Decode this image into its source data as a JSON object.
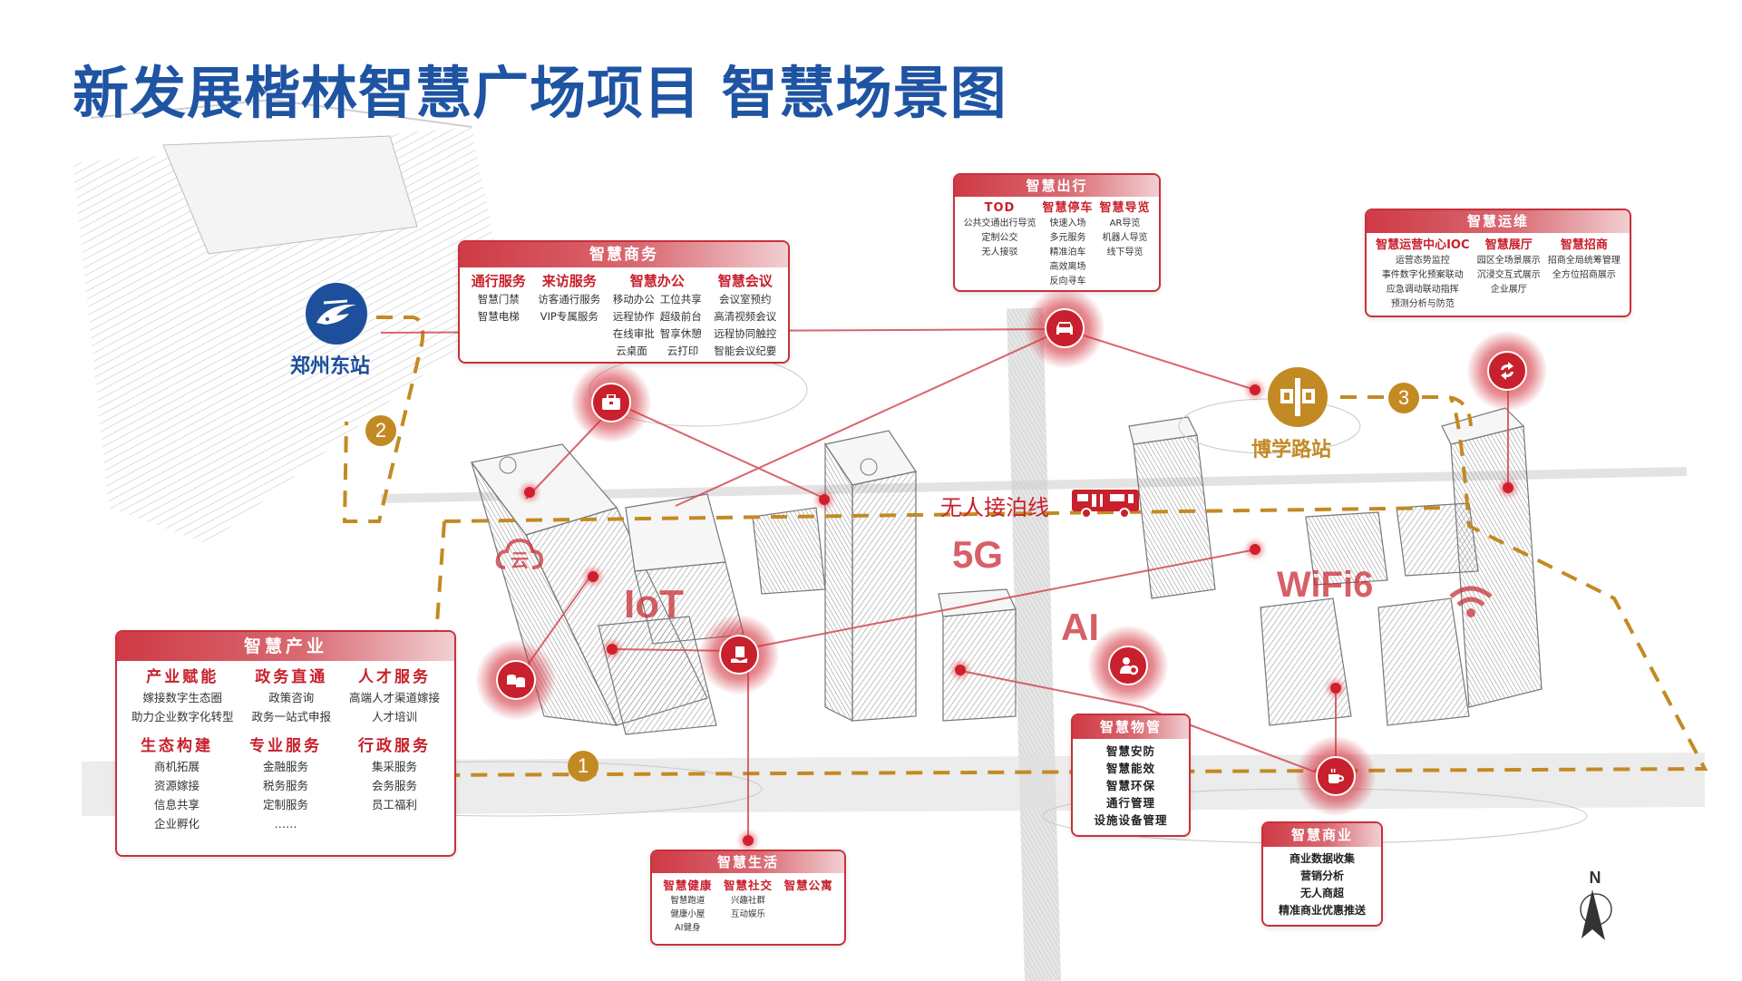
{
  "title": "新发展楷林智慧广场项目 智慧场景图",
  "stations": {
    "zhengzhou_east": "郑州东站",
    "boxue_road": "博学路站"
  },
  "routes": [
    "1",
    "2",
    "3"
  ],
  "shuttle_line": "无人接泊线",
  "tech_labels": {
    "cloud": "云",
    "iot": "IoT",
    "5g": "5G",
    "ai": "AI",
    "wifi": "WiFi6"
  },
  "compass": "N",
  "panels": {
    "business": {
      "title": "智慧商务",
      "columns": [
        {
          "heading": "通行服务",
          "items": [
            "智慧门禁",
            "智慧电梯"
          ]
        },
        {
          "heading": "来访服务",
          "items": [
            "访客通行服务",
            "VIP专属服务"
          ]
        },
        {
          "heading": "智慧办公",
          "items": [
            "移动办公",
            "工位共享",
            "远程协作",
            "超级前台",
            "在线审批",
            "智享休憩",
            "云桌面",
            "云打印"
          ]
        },
        {
          "heading": "智慧会议",
          "items": [
            "会议室预约",
            "高清视频会议",
            "远程协同触控",
            "智能会议纪要"
          ]
        }
      ]
    },
    "travel": {
      "title": "智慧出行",
      "columns": [
        {
          "heading": "TOD",
          "items": [
            "公共交通出行导览",
            "定制公交",
            "无人接驳"
          ]
        },
        {
          "heading": "智慧停车",
          "items": [
            "快速入场",
            "多元服务",
            "精准泊车",
            "高效离场",
            "反向寻车"
          ]
        },
        {
          "heading": "智慧导览",
          "items": [
            "AR导览",
            "机器人导览",
            "线下导览"
          ]
        }
      ]
    },
    "operations": {
      "title": "智慧运维",
      "columns": [
        {
          "heading": "智慧运营中心IOC",
          "items": [
            "运营态势监控",
            "事件数字化预案联动",
            "应急调动联动指挥",
            "预测分析与防范"
          ]
        },
        {
          "heading": "智慧展厅",
          "items": [
            "园区全场景展示",
            "沉浸交互式展示",
            "企业展厅"
          ]
        },
        {
          "heading": "智慧招商",
          "items": [
            "招商全局统筹管理",
            "全方位招商展示"
          ]
        }
      ]
    },
    "industry": {
      "title": "智慧产业",
      "rows": [
        [
          {
            "heading": "产业赋能",
            "items": [
              "嫁接数字生态圈",
              "助力企业数字化转型"
            ]
          },
          {
            "heading": "政务直通",
            "items": [
              "政策咨询",
              "政务一站式申报"
            ]
          },
          {
            "heading": "人才服务",
            "items": [
              "高端人才渠道嫁接",
              "人才培训"
            ]
          }
        ],
        [
          {
            "heading": "生态构建",
            "items": [
              "商机拓展",
              "资源嫁接",
              "信息共享",
              "企业孵化"
            ]
          },
          {
            "heading": "专业服务",
            "items": [
              "金融服务",
              "税务服务",
              "定制服务",
              "……"
            ]
          },
          {
            "heading": "行政服务",
            "items": [
              "集采服务",
              "会务服务",
              "员工福利"
            ]
          }
        ]
      ]
    },
    "life": {
      "title": "智慧生活",
      "columns": [
        {
          "heading": "智慧健康",
          "items": [
            "智慧跑道",
            "健康小屋",
            "AI健身"
          ]
        },
        {
          "heading": "智慧社交",
          "items": [
            "兴趣社群",
            "互动娱乐"
          ]
        },
        {
          "heading": "智慧公寓",
          "items": []
        }
      ]
    },
    "property": {
      "title": "智慧物管",
      "items": [
        "智慧安防",
        "智慧能效",
        "智慧环保",
        "通行管理",
        "设施设备管理"
      ]
    },
    "commerce": {
      "title": "智慧商业",
      "items": [
        "商业数据收集",
        "营销分析",
        "无人商超",
        "精准商业优惠推送"
      ]
    }
  },
  "colors": {
    "title_blue": "#1f54a3",
    "accent_red": "#c8202c",
    "route_gold": "#c38a23"
  }
}
